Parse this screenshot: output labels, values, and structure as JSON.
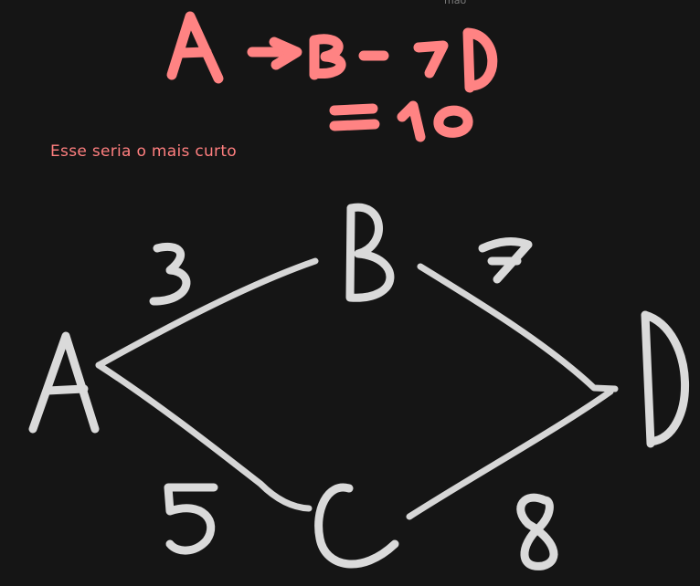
{
  "top_fragment": "mao",
  "caption": "Esse seria o mais curto",
  "formula": {
    "path": "A -> B -> D",
    "total": "= 10"
  },
  "nodes": [
    "A",
    "B",
    "C",
    "D"
  ],
  "edges": [
    {
      "from": "A",
      "to": "B",
      "weight": "3"
    },
    {
      "from": "B",
      "to": "D",
      "weight": "7"
    },
    {
      "from": "A",
      "to": "C",
      "weight": "5"
    },
    {
      "from": "C",
      "to": "D",
      "weight": "8"
    }
  ],
  "colors": {
    "background": "#151515",
    "annotation": "#ff8383",
    "graph": "#dadada"
  }
}
